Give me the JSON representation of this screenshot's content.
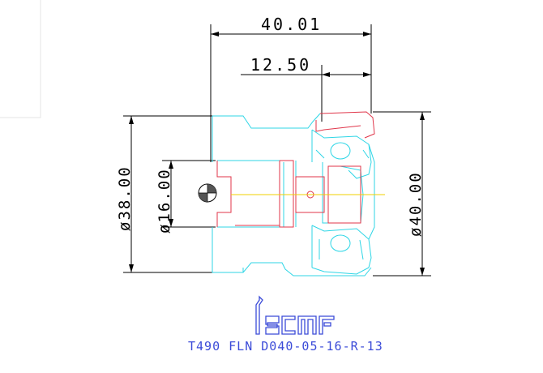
{
  "dimensions": {
    "overall_length": "40.01",
    "insert_length": "12.50",
    "shank_diameter": "ø38.00",
    "bore_diameter": "ø16.00",
    "cutting_diameter": "ø40.00"
  },
  "title_block": {
    "designation": "T490 FLN D040-05-16-R-13"
  },
  "colors": {
    "dimension": "#000000",
    "body_outline": "#2fd6e6",
    "insert_outline": "#e0364a",
    "centerline": "#f0d000",
    "logo": "#3b4bd8"
  },
  "logo": {
    "icon": "iscar-logo-icon"
  }
}
